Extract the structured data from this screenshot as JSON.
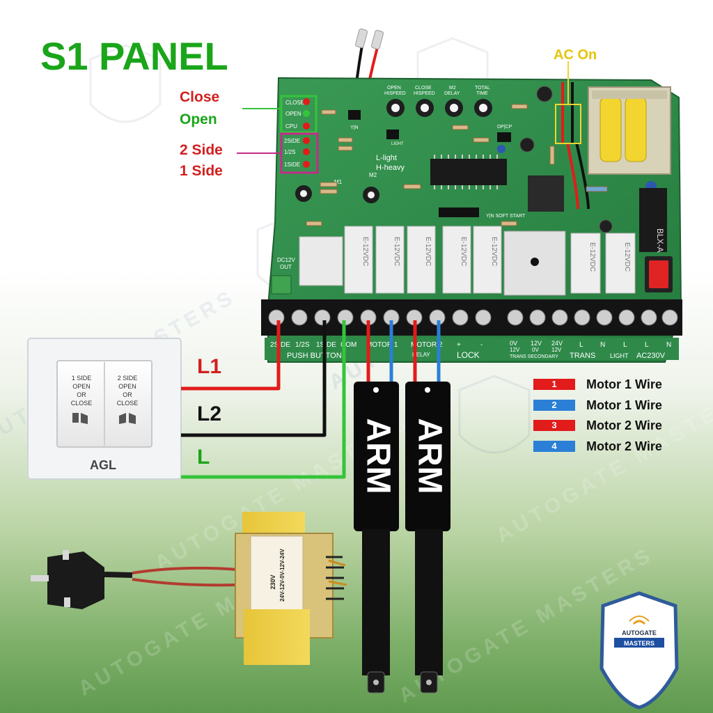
{
  "title": "S1 PANEL",
  "ac_on": "AC On",
  "indicators": {
    "close": "Close",
    "open": "Open",
    "two_side": "2 Side",
    "one_side": "1 Side"
  },
  "board": {
    "led_labels": [
      "CLOSE",
      "OPEN",
      "CPU",
      "2SIDE",
      "1/2S",
      "1SIDE"
    ],
    "pot_labels": [
      {
        "line1": "OPEN",
        "line2": "HISPEED"
      },
      {
        "line1": "CLOSE",
        "line2": "HISPEED"
      },
      {
        "line1": "M2",
        "line2": "DELAY"
      },
      {
        "line1": "TOTAL",
        "line2": "TIME"
      }
    ],
    "chip_labels": {
      "yn": "Y|N",
      "dp": "DP|CP",
      "light": "LIGHT",
      "soft": "Y|N SOFT START",
      "m2": "M2",
      "m1": "M1",
      "blx": "BLX-A"
    },
    "mode_text": {
      "l": "L-light",
      "h": "H-heavy"
    },
    "relay_label": "E-12VDC",
    "dc_out": {
      "line1": "DC12V",
      "line2": "OUT"
    },
    "terminal_labels_top": [
      "2SIDE",
      "1/2S",
      "1SIDE",
      "COM",
      "MOTOR 1",
      "MOTOR 2",
      "+",
      "-",
      "0V",
      "12V",
      "24V",
      "L",
      "N",
      "L",
      "L",
      "N"
    ],
    "terminal_labels_mid": [
      "12V",
      "0V",
      "12V"
    ],
    "terminal_groups": [
      "PUSH BUTTON",
      "DELAY",
      "LOCK",
      "TRANS SECONDARY",
      "TRANS",
      "LIGHT",
      "AC230V"
    ]
  },
  "wires": {
    "l1": "L1",
    "l2": "L2",
    "l": "L"
  },
  "switch": {
    "left_label": [
      "1 SIDE",
      "OPEN",
      "OR",
      "CLOSE"
    ],
    "right_label": [
      "2 SIDE",
      "OPEN",
      "OR",
      "CLOSE"
    ],
    "brand": "AGL"
  },
  "arms": {
    "left": "ARM",
    "right": "ARM"
  },
  "legend": [
    {
      "num": "1",
      "label": "Motor 1 Wire",
      "color": "#e21b1b"
    },
    {
      "num": "2",
      "label": "Motor 1 Wire",
      "color": "#2b7fd6"
    },
    {
      "num": "3",
      "label": "Motor 2 Wire",
      "color": "#e21b1b"
    },
    {
      "num": "4",
      "label": "Motor 2 Wire",
      "color": "#2b7fd6"
    }
  ],
  "transformer": {
    "line1": "230V",
    "line2": "24V-12V-0V-12V-24V"
  },
  "logo": {
    "top": "AUTOGATE",
    "bottom": "MASTERS"
  },
  "watermark": "AUTOGATE MASTERS",
  "colors": {
    "green_title": "#1aa51a",
    "red_label": "#d21f1f",
    "pcb": "#2f8a4a",
    "wire_red": "#e21b1b",
    "wire_blue": "#2b7fd6",
    "wire_green": "#35c43a",
    "wire_black": "#111111"
  }
}
